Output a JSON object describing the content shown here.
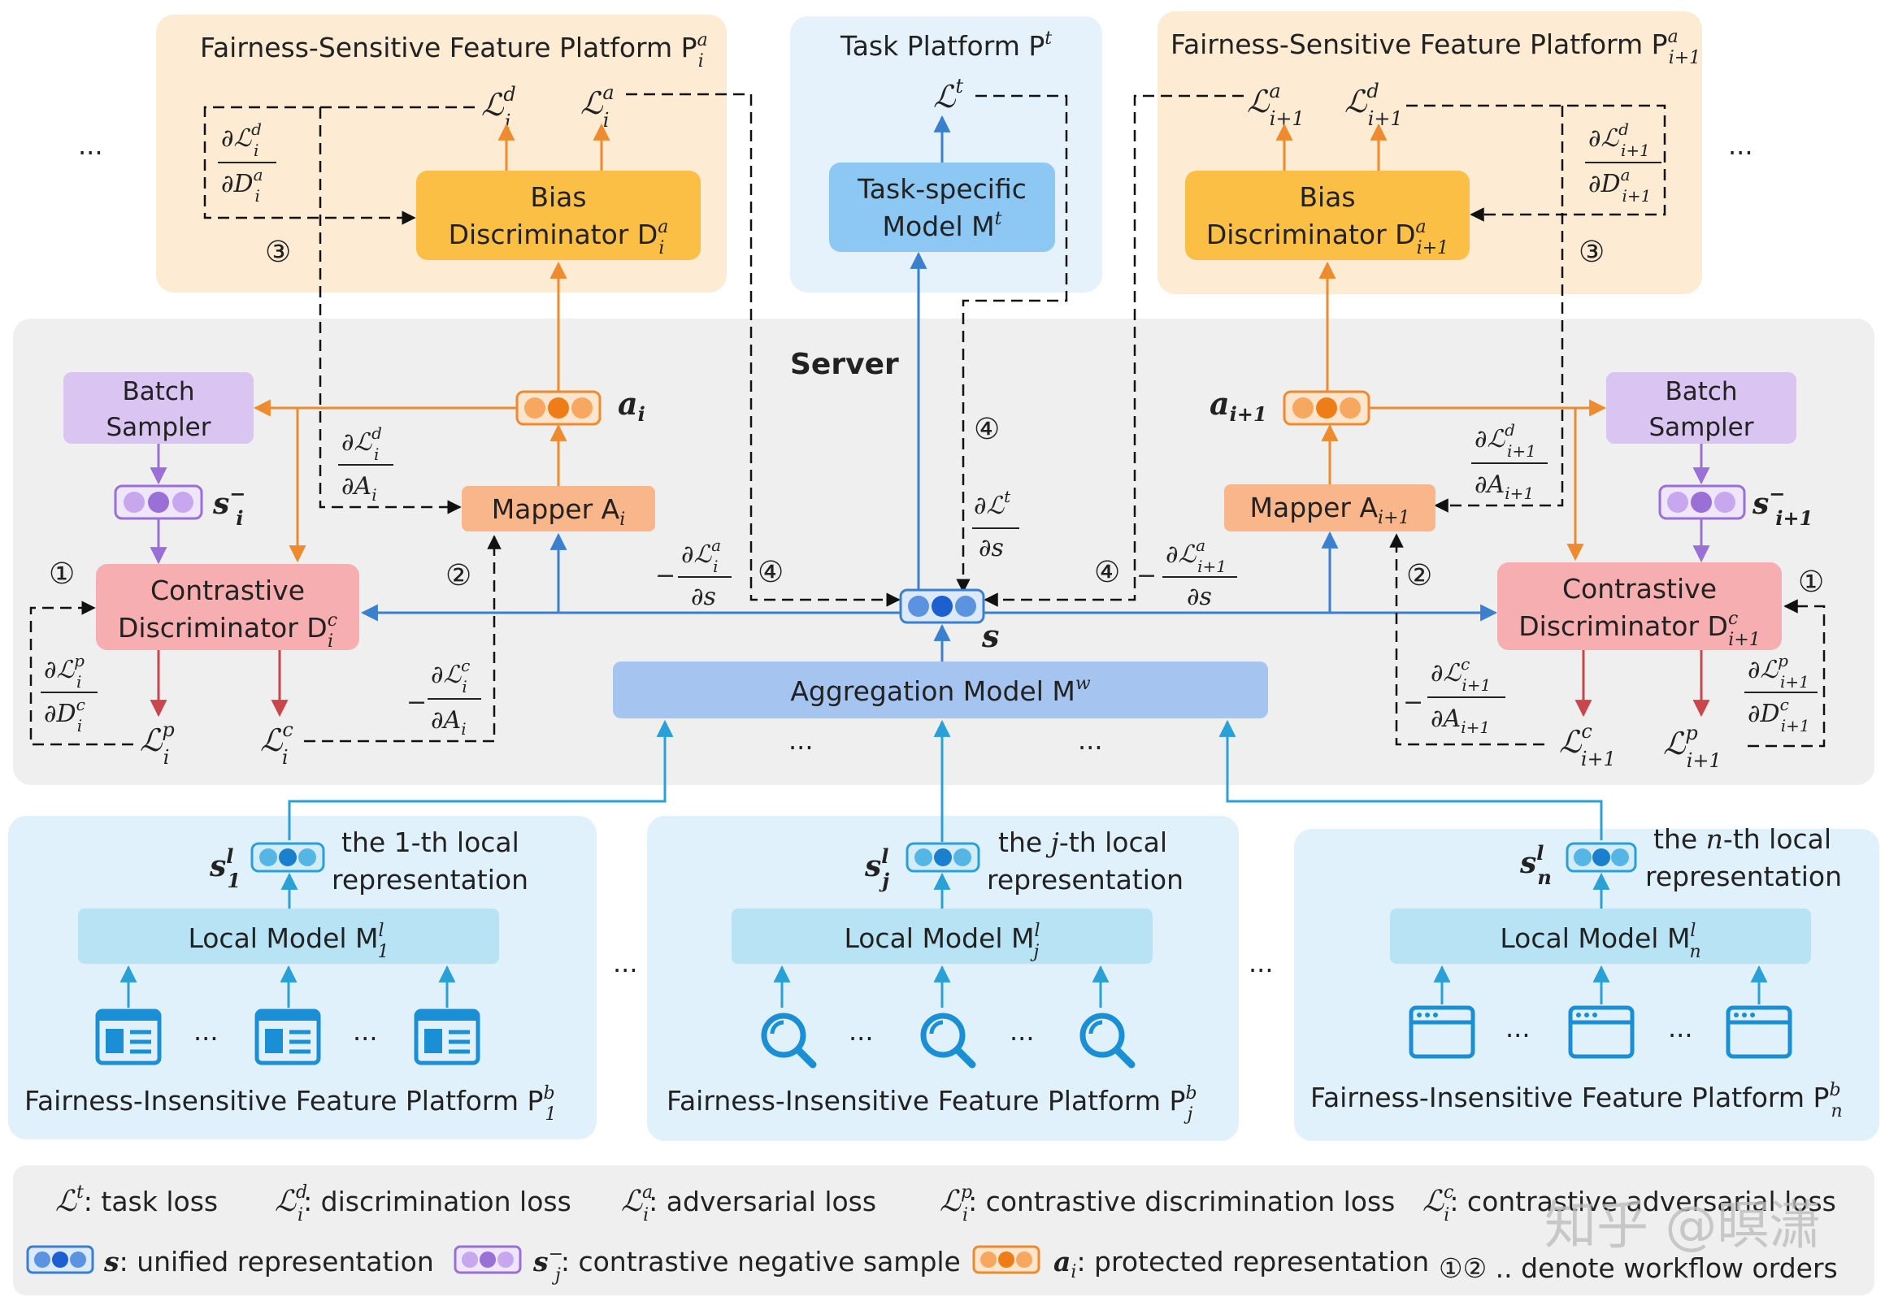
{
  "colors": {
    "orange_panel": "#fdebd3",
    "blue_panel": "#e5f1fb",
    "server_panel": "#efefef",
    "local_panel": "#e1f1fb",
    "bias_box": "#fbbf45",
    "task_box": "#8cc8f3",
    "mapper_box": "#f9b68b",
    "contrastive_box": "#f6aeb0",
    "batch_box": "#dac4f1",
    "aggregation_box": "#a5c5f0",
    "local_box": "#b7e3f5",
    "orange_arrow": "#ef8a2e",
    "blue_arrow": "#3b7fcf",
    "red_arrow": "#c9464d",
    "purple_arrow": "#9a6fd6",
    "cyan_arrow": "#2aa0d8",
    "watermark": "#bdbdbd"
  },
  "ellipsis": "...",
  "top": {
    "left_panel_title": "Fairness-Sensitive Feature Platform P",
    "left_panel_sup": "a",
    "left_panel_sub": "i",
    "task_panel_title": "Task Platform P",
    "task_panel_sup": "t",
    "right_panel_title": "Fairness-Sensitive Feature Platform P",
    "right_panel_sup": "a",
    "right_panel_sub": "i+1",
    "bias_label_line1": "Bias",
    "bias_label_line2": "Discriminator D",
    "bias_left_sub": "i",
    "bias_right_sub": "i+1",
    "bias_sup": "a",
    "task_label_line1": "Task-specific",
    "task_label_line2": "Model M",
    "task_sup": "t",
    "step3": "③",
    "loss_symbol": "ℒ",
    "sup_d": "d",
    "sup_a": "a",
    "sup_t": "t",
    "sub_i": "i",
    "sub_i1": "i+1",
    "partial": "∂ℒ",
    "partial_D": "∂D"
  },
  "server": {
    "title": "Server",
    "batch_line1": "Batch",
    "batch_line2": "Sampler",
    "mapper_label": "Mapper A",
    "mapper_left_sub": "i",
    "mapper_right_sub": "i+1",
    "contrastive_line1": "Contrastive",
    "contrastive_line2": "Discriminator D",
    "contrastive_sup": "c",
    "aggregation_label": "Aggregation Model M",
    "aggregation_sup": "w",
    "a_label": "a",
    "s_label": "s",
    "s_neg_sup": "−",
    "sup_p": "p",
    "sup_c": "c",
    "partial_A": "∂A",
    "partial_s": "∂s",
    "minus": "−",
    "step1": "①",
    "step2": "②",
    "step4": "④"
  },
  "local": {
    "s_label": "s",
    "s_sup": "l",
    "subs": [
      "1",
      "j",
      "n"
    ],
    "desc_line1_prefix": "the ",
    "desc_line1_suffix": "-th local",
    "desc_line2": "representation",
    "desc_first_idx": "1",
    "model_label": "Local Model  M",
    "model_sup": "l",
    "platform_label": "Fairness-Insensitive Feature Platform P",
    "platform_sup": "b"
  },
  "legend": {
    "task_loss": ": task loss",
    "discrimination_loss": ": discrimination loss",
    "adversarial_loss": ": adversarial loss",
    "contrastive_discrimination_loss": ": contrastive discrimination loss",
    "contrastive_adversarial_loss": ": contrastive adversarial loss",
    "unified_symbol": "s",
    "unified_text": ": unified representation",
    "negative_symbol": "s",
    "negative_sub": "j",
    "negative_text": ": contrastive negative sample",
    "protected_symbol": "a",
    "protected_sub": "i",
    "protected_text": ": protected representation",
    "workflow_symbols": "①②",
    "workflow_text": " .. denote workflow orders"
  },
  "watermark": "知乎 @暝潇"
}
